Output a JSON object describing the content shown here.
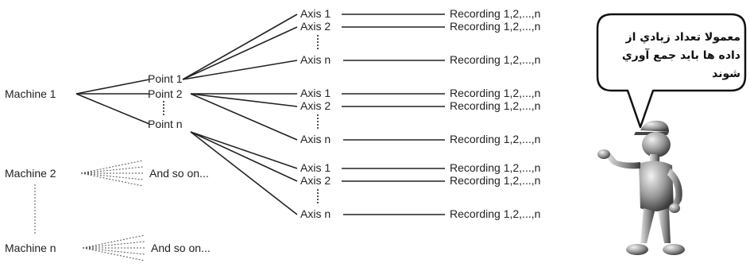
{
  "tree": {
    "machines": [
      {
        "label": "Machine 1"
      },
      {
        "label": "Machine 2",
        "branch_label": "And so on..."
      },
      {
        "label": "Machine n",
        "branch_label": "And so on..."
      }
    ],
    "points": [
      "Point 1",
      "Point 2",
      "Point n"
    ],
    "axis_groups": [
      {
        "axes": [
          "Axis 1",
          "Axis 2",
          "Axis n"
        ],
        "recordings": [
          "Recording 1,2,...,n",
          "Recording 1,2,...,n",
          "Recording 1,2,...,n"
        ]
      },
      {
        "axes": [
          "Axis 1",
          "Axis 2",
          "Axis n"
        ],
        "recordings": [
          "Recording 1,2,...,n",
          "Recording 1,2,...,n",
          "Recording 1,2,...,n"
        ]
      },
      {
        "axes": [
          "Axis 1",
          "Axis 2",
          "Axis n"
        ],
        "recordings": [
          "Recording 1,2,...,n",
          "Recording 1,2,...,n",
          "Recording 1,2,...,n"
        ]
      }
    ]
  },
  "speech_bubble": {
    "text": "معمولا تعداد زيادي از داده ها بايد جمع آوري شوند"
  }
}
